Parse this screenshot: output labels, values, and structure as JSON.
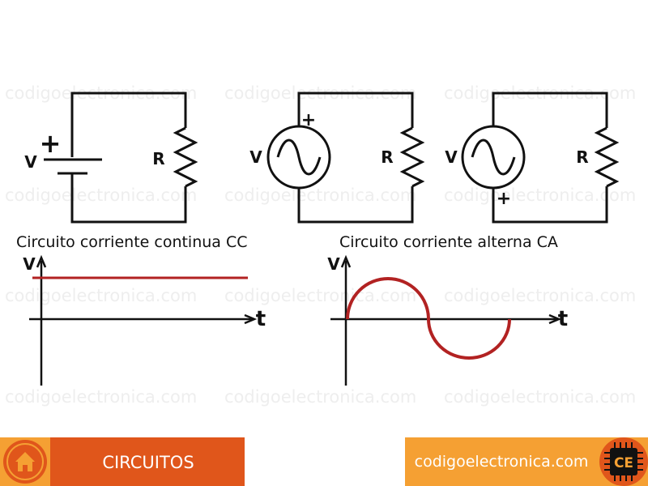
{
  "watermark": "codigoelectronica.com",
  "circuit_dc": {
    "voltage_label": "V",
    "plus_sign": "+",
    "resistor_label": "R"
  },
  "circuit_ac1": {
    "voltage_label": "V",
    "plus_sign": "+",
    "resistor_label": "R"
  },
  "circuit_ac2": {
    "voltage_label": "V",
    "plus_sign": "+",
    "resistor_label": "R"
  },
  "caption_dc": "Circuito corriente continua CC",
  "caption_ac": "Circuito corriente alterna CA",
  "graph_dc": {
    "y_label": "V",
    "x_label": "t"
  },
  "graph_ac": {
    "y_label": "V",
    "x_label": "t"
  },
  "footer": {
    "left_label": "CIRCUITOS",
    "right_label": "codigoelectronica.com",
    "logo_text": "CE"
  },
  "colors": {
    "wire": "#111111",
    "signal": "#b22222",
    "banner_orange": "#e0561b",
    "banner_light": "#f5a033"
  },
  "icons": [
    "house-icon",
    "chip-logo-icon"
  ]
}
